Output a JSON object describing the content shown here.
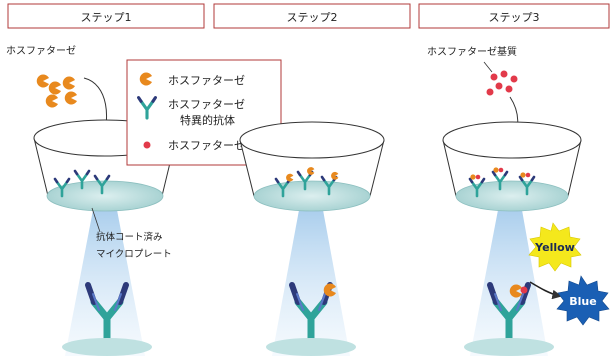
{
  "steps": [
    {
      "label": "ステップ1"
    },
    {
      "label": "ステップ2"
    },
    {
      "label": "ステップ3"
    }
  ],
  "step1": {
    "enzyme_label": "ホスファターゼ",
    "plate_label_line1": "抗体コート済み",
    "plate_label_line2": "マイクロプレート"
  },
  "legend": {
    "items": [
      {
        "label": "ホスファターゼ",
        "icon": "phosphatase-icon"
      },
      {
        "label": "ホスファターゼ",
        "label2": "特異的抗体",
        "icon": "antibody-icon"
      },
      {
        "label": "ホスファターゼ基質",
        "icon": "substrate-dot-icon"
      }
    ]
  },
  "step3": {
    "substrate_label": "ホスファターゼ基質",
    "yellow_label": "Yellow",
    "blue_label": "Blue"
  },
  "colors": {
    "frame_border": "#b03a3a",
    "enzyme_orange": "#e8891e",
    "antibody_teal": "#2fa39a",
    "antibody_navy": "#2d3a7a",
    "substrate_red": "#e23a4a",
    "well_fill": "#cfe9e9",
    "beam": "#bcd8f0",
    "yellow_burst": "#f4e81c",
    "blue_burst": "#1a5fb4"
  }
}
